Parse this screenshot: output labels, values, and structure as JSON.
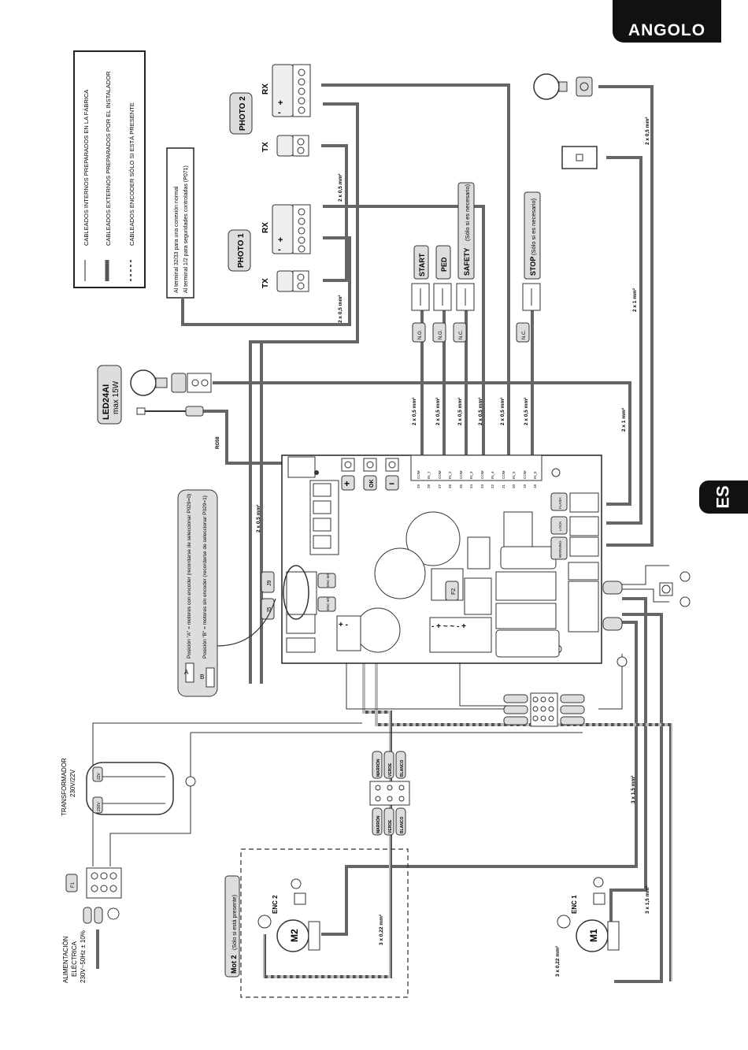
{
  "header": {
    "brand": "ANGOLO",
    "language_tab": "ES"
  },
  "legend": {
    "items": [
      {
        "style": "thin",
        "label": "CABLEADOS INTERNOS PREPARADOS EN LA FÁBRICA"
      },
      {
        "style": "thick",
        "label": "CABLEADOS EXTERNOS PREPARADOS POR EL INSTALADOR"
      },
      {
        "style": "dashed",
        "label": "CABLEADOS ENCODER SÓLO SI ESTÁ PRESENTE"
      }
    ]
  },
  "notes": {
    "photo_note_1": "Al terminal 32/33 para una conexión normal",
    "photo_note_2": "Al terminal 1/2 para seguridades controladas (P071)",
    "jumper_note_a": "Posición \"A\" = motores con encoder (recordarse de seleccionar P029=0)",
    "jumper_note_b": "Posición \"B\" = motores sin encoder (recordarse de seleccionar P029=1)"
  },
  "devices": {
    "photo2": "PHOTO 2",
    "photo1": "PHOTO 1",
    "rx": "RX",
    "tx": "TX",
    "led_lamp_name": "LED24AI",
    "led_lamp_power": "max 15W",
    "coax": "RG58",
    "transformer_title": "TRANSFORMADOR",
    "transformer_spec": "230V/22V",
    "v22": "22V",
    "v230": "230V",
    "fuse_f1": "F1",
    "fuse_f2": "F2",
    "supply_title": "ALIMENTACIÓN",
    "supply_sub": "ELÉCTRICA",
    "supply_spec": "230V~50Hz ± 10%",
    "mot2_title": "Mot 2",
    "mot2_note": "(Sólo si está presente)",
    "m1": "M1",
    "m2": "M2",
    "enc1": "ENC 1",
    "enc2": "ENC 2",
    "j5": "J5",
    "j9": "J9",
    "jumper_a": "A",
    "jumper_b": "B"
  },
  "inputs": [
    {
      "name": "START",
      "note": "",
      "contact": "N.O."
    },
    {
      "name": "PED",
      "note": "",
      "contact": "N.O."
    },
    {
      "name": "SAFETY",
      "note": "(Sólo si es necesario)",
      "contact": "N.C."
    },
    {
      "name": "STOP",
      "note": "(Sólo si es necesario)",
      "contact": "N.C."
    }
  ],
  "terminal_block": {
    "labels": [
      "COM",
      "IN_1",
      "COM",
      "IN_2",
      "COM",
      "IN_3",
      "COM",
      "IN_4",
      "COM",
      "IN_5",
      "COM",
      "IN_6"
    ],
    "numbers": [
      "29",
      "28",
      "27",
      "26",
      "25",
      "24",
      "23",
      "22",
      "21",
      "20",
      "19",
      "18"
    ]
  },
  "outputs": [
    "FLASH",
    "LOCK",
    "WARNING"
  ],
  "buttons": [
    "+",
    "OK",
    "−"
  ],
  "wire_gauges": {
    "g05": "2 x 0,5 mm²",
    "g1": "2 x 1 mm²",
    "g15": "3 x 1,5 mm²",
    "g022": "3 x 0,22 mm²"
  },
  "connector_colors": [
    "MARRÓN",
    "VERDE",
    "BLANCO"
  ],
  "connector_marks": {
    "enc_m2": "ENC M2",
    "enc_m1": "ENC M1"
  }
}
